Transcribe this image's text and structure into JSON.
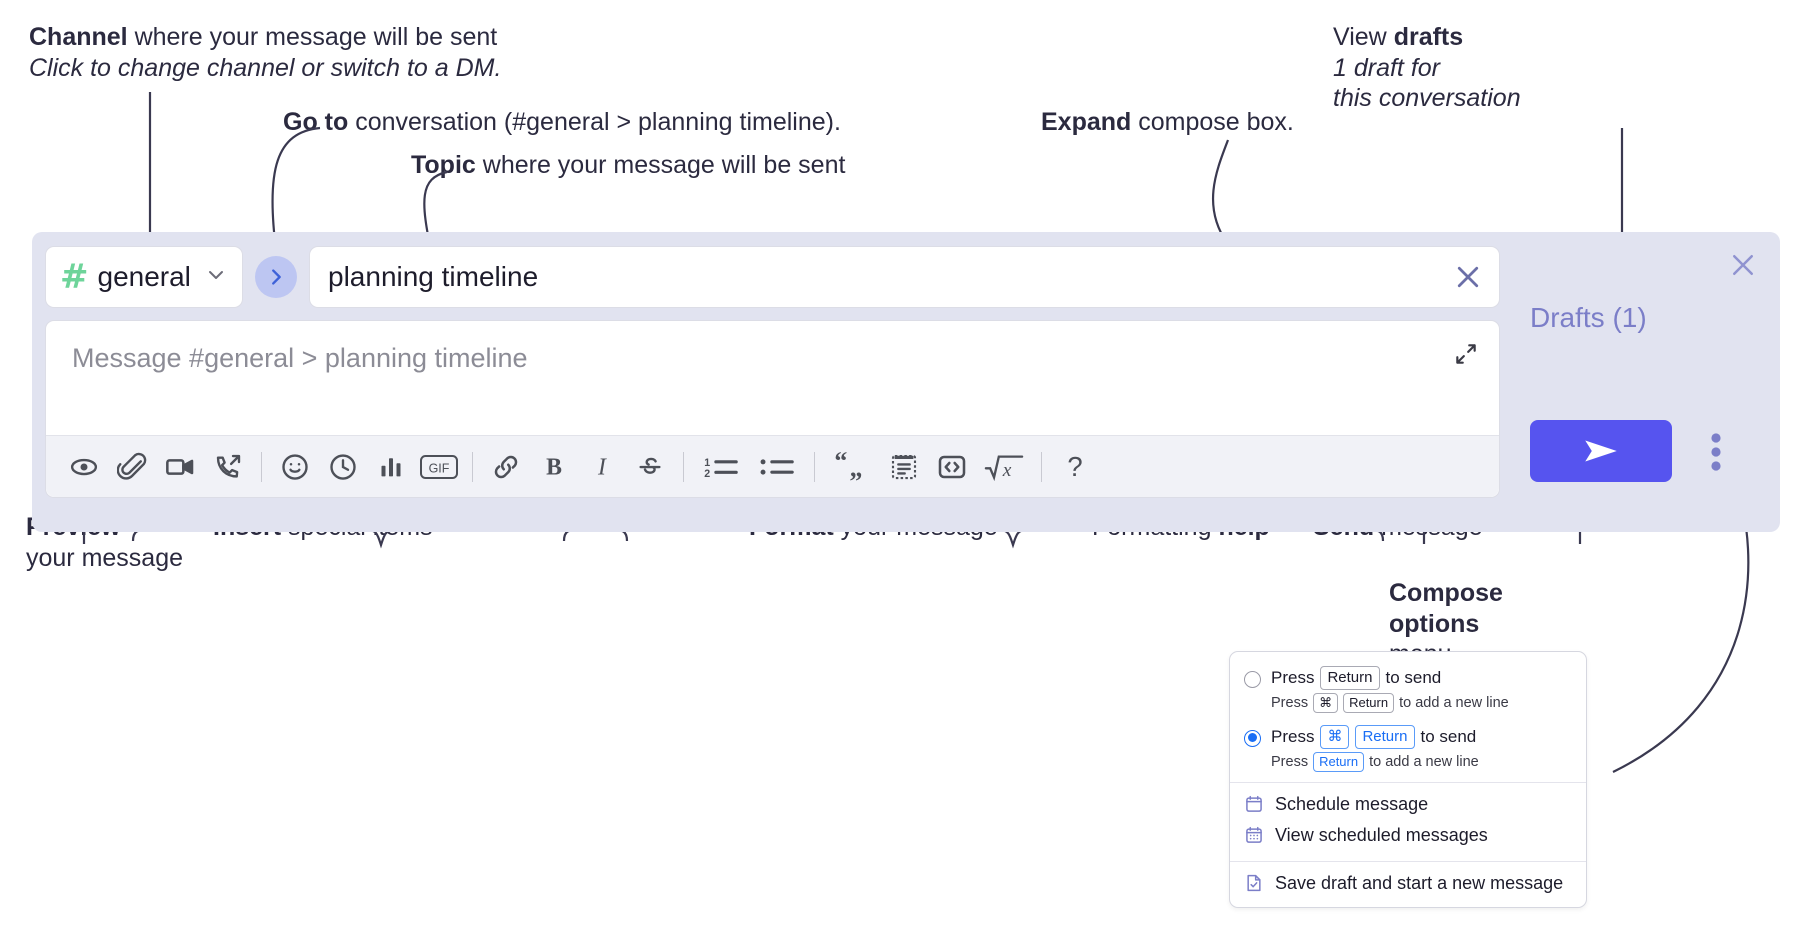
{
  "annotations": {
    "channel": {
      "bold": "Channel",
      "rest": " where your message will be sent",
      "italic": "Click to change channel or switch to a DM."
    },
    "goto": {
      "bold": "Go to",
      "rest": " conversation (#general > planning timeline)."
    },
    "topic": {
      "bold": "Topic",
      "rest": " where your message will be sent"
    },
    "expand": {
      "bold": "Expand",
      "rest": " compose box."
    },
    "drafts": {
      "plain": "View ",
      "bold": "drafts",
      "italic1": "1 draft for",
      "italic2": "this conversation"
    },
    "preview": {
      "bold": "Preview",
      "rest": "your message"
    },
    "insert": {
      "bold": "Insert",
      "rest": " special items"
    },
    "format": {
      "bold": "Format",
      "rest": " your message"
    },
    "help": {
      "plain": "Formatting ",
      "bold": "help"
    },
    "send": {
      "bold": "Send",
      "rest": " message"
    },
    "compose_options": {
      "bold1": "Compose",
      "bold2": "options",
      "rest": "menu"
    }
  },
  "compose": {
    "channel_name": "general",
    "channel_hash": "#",
    "topic_value": "planning timeline",
    "message_placeholder": "Message #general > planning timeline",
    "drafts_label": "Drafts (1)",
    "toolbar": [
      {
        "id": "preview",
        "name": "eye-icon",
        "label": "Preview"
      },
      {
        "id": "attach",
        "name": "paperclip-icon",
        "label": "Attach file"
      },
      {
        "id": "video",
        "name": "video-camera-icon",
        "label": "Record video clip"
      },
      {
        "id": "huddle",
        "name": "phone-forward-icon",
        "label": "Audio clip"
      },
      {
        "sep": true
      },
      {
        "id": "emoji",
        "name": "smiley-icon",
        "label": "Emoji"
      },
      {
        "id": "reminder",
        "name": "clock-icon",
        "label": "Reminder"
      },
      {
        "id": "poll",
        "name": "bar-chart-icon",
        "label": "Poll"
      },
      {
        "id": "gif",
        "name": "gif-icon",
        "label": "GIF"
      },
      {
        "sep": true
      },
      {
        "id": "link",
        "name": "link-icon",
        "label": "Link"
      },
      {
        "id": "bold",
        "name": "bold-icon",
        "label": "Bold"
      },
      {
        "id": "italic",
        "name": "italic-icon",
        "label": "Italic"
      },
      {
        "id": "strike",
        "name": "strikethrough-icon",
        "label": "Strikethrough"
      },
      {
        "sep": true
      },
      {
        "id": "ordered",
        "name": "ordered-list-icon",
        "label": "Ordered list"
      },
      {
        "id": "bullet",
        "name": "bulleted-list-icon",
        "label": "Bulleted list"
      },
      {
        "sep": true
      },
      {
        "id": "quote",
        "name": "blockquote-icon",
        "label": "Blockquote"
      },
      {
        "id": "codeblock",
        "name": "code-block-icon",
        "label": "Code block"
      },
      {
        "id": "code",
        "name": "code-icon",
        "label": "Code"
      },
      {
        "id": "math",
        "name": "math-icon",
        "label": "Math"
      },
      {
        "sep": true
      },
      {
        "id": "help",
        "name": "question-mark-icon",
        "label": "?"
      }
    ]
  },
  "popup": {
    "options": [
      {
        "selected": false,
        "main": [
          {
            "t": "Press",
            "k": false
          },
          {
            "t": "Return",
            "k": true
          },
          {
            "t": "to send",
            "k": false
          }
        ],
        "sub": [
          {
            "t": "Press",
            "k": false
          },
          {
            "t": "⌘",
            "k": true
          },
          {
            "t": "Return",
            "k": true
          },
          {
            "t": "to add a new line",
            "k": false
          }
        ]
      },
      {
        "selected": true,
        "main": [
          {
            "t": "Press",
            "k": false
          },
          {
            "t": "⌘",
            "k": true,
            "blue": true
          },
          {
            "t": "Return",
            "k": true,
            "blue": true
          },
          {
            "t": "to send",
            "k": false
          }
        ],
        "sub": [
          {
            "t": "Press",
            "k": false
          },
          {
            "t": "Return",
            "k": true,
            "blue": true
          },
          {
            "t": "to add a new line",
            "k": false
          }
        ]
      }
    ],
    "menu": [
      {
        "icon": "calendar-clock-icon",
        "label": "Schedule message"
      },
      {
        "icon": "calendar-grid-icon",
        "label": "View scheduled messages"
      },
      {
        "icon": "save-draft-icon",
        "label": "Save draft and start a new message"
      }
    ]
  },
  "colors": {
    "panel_bg": "#e1e3f0",
    "send_button": "#5654ef",
    "accent_purple": "#7b7ec8",
    "hash_green": "#6ed49a",
    "goto_blue": "#bdc6f2",
    "radio_blue": "#1a6ef5",
    "text_dark": "#2b2a3f"
  }
}
